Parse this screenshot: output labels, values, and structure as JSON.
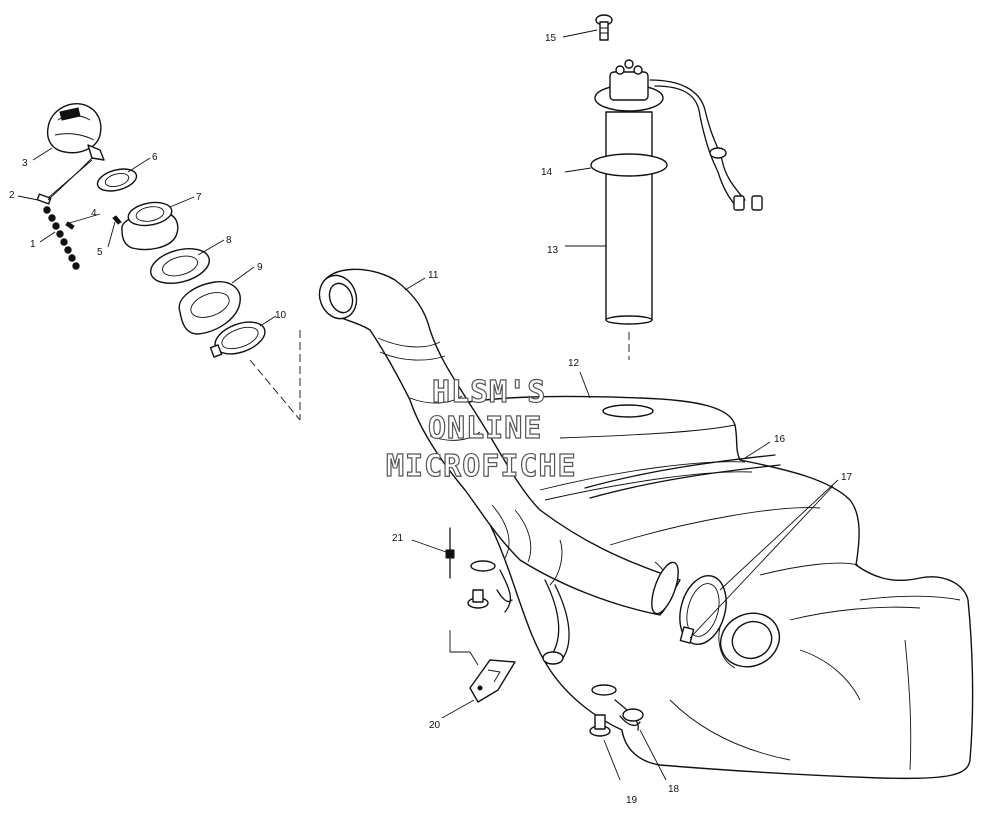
{
  "watermark": {
    "line1": "HLSM'S",
    "line2": "ONLINE",
    "line3": "MICROFICHE",
    "color": "#555555"
  },
  "callouts": [
    "1",
    "2",
    "3",
    "4",
    "5",
    "6",
    "7",
    "8",
    "9",
    "10",
    "11",
    "12",
    "13",
    "14",
    "15",
    "16",
    "17",
    "18",
    "19",
    "20",
    "21"
  ],
  "colors": {
    "ink": "#111111",
    "paper": "#ffffff"
  }
}
